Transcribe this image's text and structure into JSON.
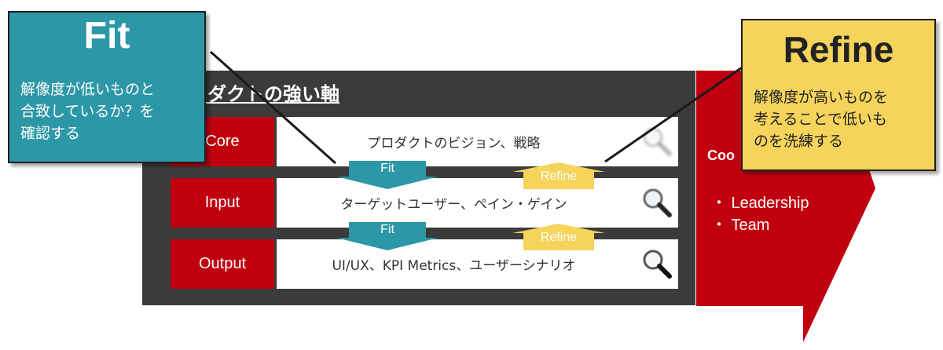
{
  "panel": {
    "title": "ロダクトの強い軸"
  },
  "rows": [
    {
      "label": "Core",
      "text": "プロダクトのビジョン、戦略"
    },
    {
      "label": "Input",
      "text": "ターゲットユーザー、ペイン・ゲイン"
    },
    {
      "label": "Output",
      "text": "UI/UX、KPI Metrics、ユーザーシナリオ"
    }
  ],
  "arrows": {
    "fit_label": "Fit",
    "refine_label": "Refine"
  },
  "cooperation": {
    "title": "Coo",
    "items": [
      "・ Leadership",
      "・ Team"
    ]
  },
  "fit_callout": {
    "title": "Fit",
    "line1": "解像度が低いものと",
    "line2": "合致しているか？を",
    "line3": "確認する"
  },
  "refine_callout": {
    "title": "Refine",
    "line1": "解像度が高いものを",
    "line2": "考えることで低いも",
    "line3": "のを洗練する"
  },
  "colors": {
    "panel": "#3b3b3b",
    "red": "#c1000f",
    "teal": "#2c97a7",
    "yellow": "#f6d35b"
  },
  "icons": [
    "magnifier-icon"
  ]
}
